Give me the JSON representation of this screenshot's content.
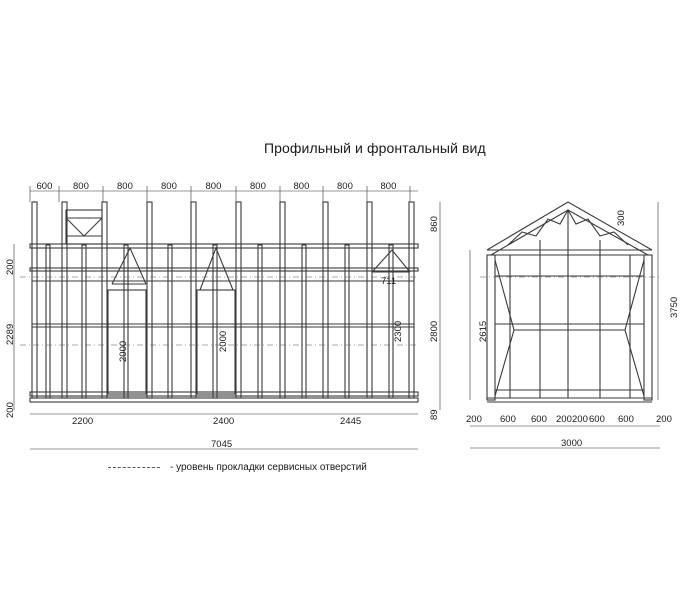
{
  "title": "Профильный и фронтальный вид",
  "side": {
    "top_spans": [
      "600",
      "800",
      "800",
      "800",
      "800",
      "800",
      "800",
      "800",
      "800"
    ],
    "bottom_spans": [
      "2200",
      "2400",
      "2445"
    ],
    "total": "7045",
    "left_dims": [
      "200",
      "2289",
      "200"
    ],
    "right_dims": [
      "860",
      "2800",
      "89"
    ],
    "inner": {
      "door_h1": "2000",
      "door_h2": "2000",
      "window_w": "711",
      "h2300": "2300"
    }
  },
  "front": {
    "spans": [
      "600",
      "600",
      "200",
      "200",
      "600",
      "600"
    ],
    "side_dims": [
      "200",
      "200"
    ],
    "total": "3000",
    "left_h": "2615",
    "right_h": "3750",
    "ridge": "300"
  },
  "legend": "- уровень прокладки сервисных отверстий"
}
